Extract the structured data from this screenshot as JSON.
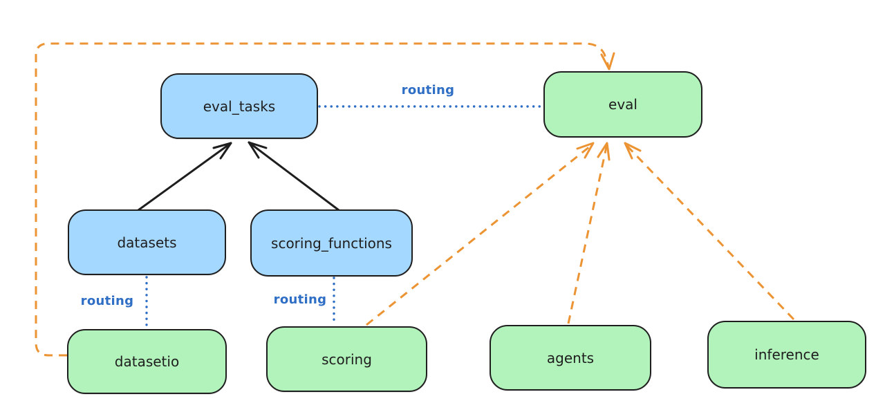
{
  "colors": {
    "background": "#ffffff",
    "ink": "#1e1e1e",
    "blue_node_fill": "#a5d8ff",
    "green_node_fill": "#b2f2bb",
    "routing_blue": "#2f6ec5",
    "orange": "#ec9434"
  },
  "nodes": [
    {
      "id": "eval_tasks",
      "label": "eval_tasks",
      "color": "blue"
    },
    {
      "id": "eval",
      "label": "eval",
      "color": "green"
    },
    {
      "id": "datasets",
      "label": "datasets",
      "color": "blue"
    },
    {
      "id": "scoring_functions",
      "label": "scoring_functions",
      "color": "blue"
    },
    {
      "id": "datasetio",
      "label": "datasetio",
      "color": "green"
    },
    {
      "id": "scoring",
      "label": "scoring",
      "color": "green"
    },
    {
      "id": "agents",
      "label": "agents",
      "color": "green"
    },
    {
      "id": "inference",
      "label": "inference",
      "color": "green"
    }
  ],
  "edge_labels": [
    {
      "text": "routing",
      "between": "eval_tasks and eval"
    },
    {
      "text": "routing",
      "between": "datasets and datasetio"
    },
    {
      "text": "routing",
      "between": "scoring_functions and scoring"
    }
  ],
  "edges": [
    {
      "from": "datasets",
      "to": "eval_tasks",
      "style": "solid",
      "color": "black",
      "arrow": true
    },
    {
      "from": "scoring_functions",
      "to": "eval_tasks",
      "style": "solid",
      "color": "black",
      "arrow": true
    },
    {
      "from": "eval_tasks",
      "to": "eval",
      "style": "dotted",
      "color": "blue",
      "arrow": false,
      "label": "routing"
    },
    {
      "from": "datasets",
      "to": "datasetio",
      "style": "dotted",
      "color": "blue",
      "arrow": false,
      "label": "routing"
    },
    {
      "from": "scoring_functions",
      "to": "scoring",
      "style": "dotted",
      "color": "blue",
      "arrow": false,
      "label": "routing"
    },
    {
      "from": "scoring",
      "to": "eval",
      "style": "dashed",
      "color": "orange",
      "arrow": true
    },
    {
      "from": "agents",
      "to": "eval",
      "style": "dashed",
      "color": "orange",
      "arrow": true
    },
    {
      "from": "inference",
      "to": "eval",
      "style": "dashed",
      "color": "orange",
      "arrow": true
    },
    {
      "from": "datasetio",
      "to": "eval",
      "style": "dashed",
      "color": "orange",
      "arrow": true,
      "route": "around-left-and-top"
    }
  ]
}
